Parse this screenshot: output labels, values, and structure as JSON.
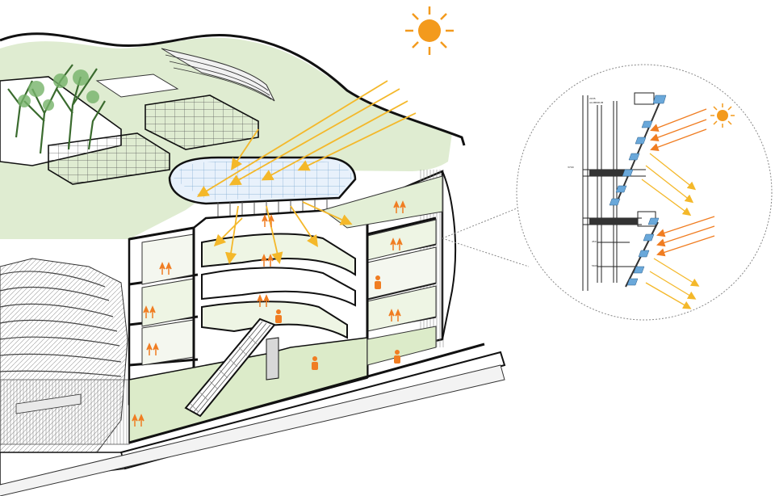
{
  "diagram": {
    "type": "architectural-section-axonometric",
    "colors": {
      "roof_green": "#dfecd1",
      "floor_green": "#dcebc9",
      "sun": "#f39a1d",
      "sun_ray": "#f4b82a",
      "heat_arrow": "#f07d22",
      "glass_blue": "#6aa8da",
      "line": "#111111"
    },
    "icons": {
      "sun": "sun-icon",
      "occupants": "people-icon",
      "escalator": "escalator-icon"
    },
    "callout": {
      "type": "facade-detail-section",
      "labels": [
        {
          "id": "a",
          "text": "2035"
        },
        {
          "id": "b",
          "text": "ALUMINIUM"
        },
        {
          "id": "c",
          "text": "3700"
        },
        {
          "id": "d",
          "text": "450"
        },
        {
          "id": "e",
          "text": "5600"
        }
      ]
    }
  }
}
